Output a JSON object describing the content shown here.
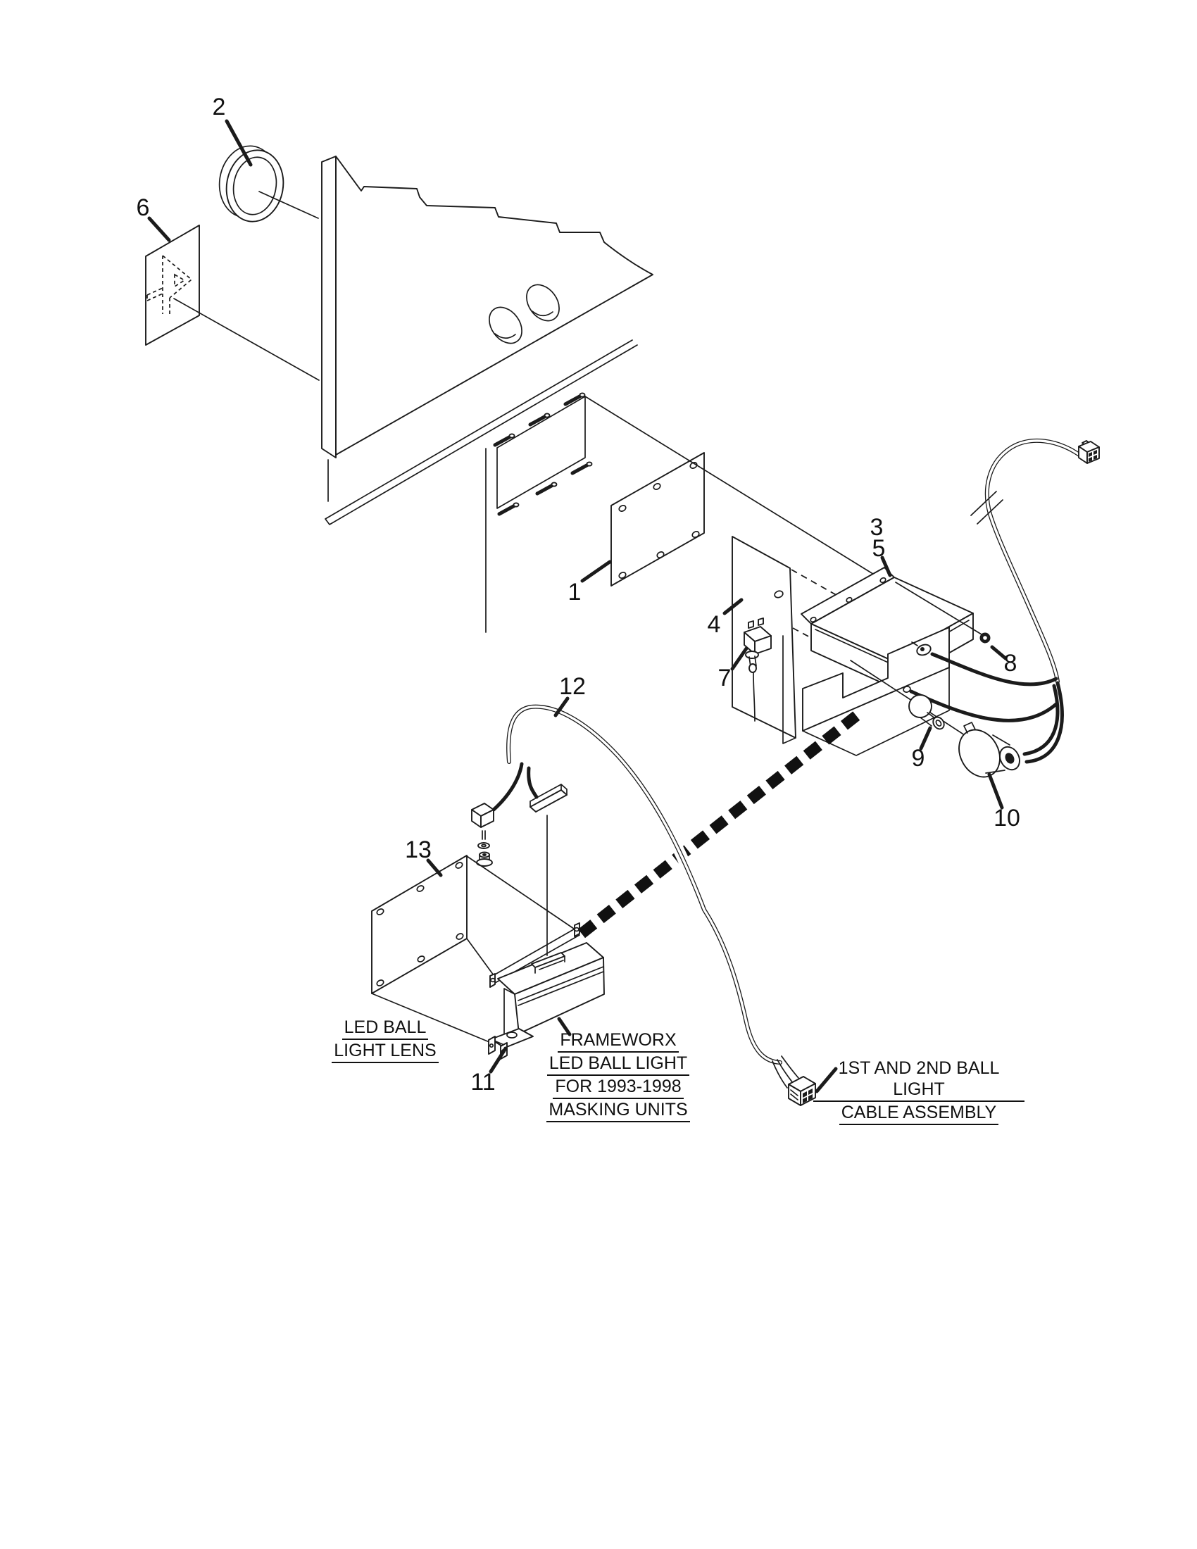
{
  "page": {
    "background_color": "#ffffff",
    "ink_color": "#1b1b1b"
  },
  "diagram": {
    "kind": "exploded-parts-diagram",
    "subject": "masking unit LED ball light assembly",
    "callouts": [
      {
        "id": "callout-2",
        "label": "2"
      },
      {
        "id": "callout-6",
        "label": "6"
      },
      {
        "id": "callout-1",
        "label": "1"
      },
      {
        "id": "callout-3",
        "label": "3"
      },
      {
        "id": "callout-5",
        "label": "5"
      },
      {
        "id": "callout-4",
        "label": "4"
      },
      {
        "id": "callout-7",
        "label": "7"
      },
      {
        "id": "callout-8",
        "label": "8"
      },
      {
        "id": "callout-9",
        "label": "9"
      },
      {
        "id": "callout-10",
        "label": "10"
      },
      {
        "id": "callout-12",
        "label": "12"
      },
      {
        "id": "callout-13",
        "label": "13"
      },
      {
        "id": "callout-11",
        "label": "11"
      }
    ],
    "labels": {
      "led_lens": {
        "lines": [
          "LED BALL",
          "LIGHT LENS"
        ]
      },
      "frameworx": {
        "lines": [
          "FRAMEWORX",
          "LED BALL LIGHT",
          "FOR 1993-1998",
          "MASKING UNITS"
        ]
      },
      "cable_assembly": {
        "lines": [
          "1ST AND 2ND BALL LIGHT",
          "CABLE ASSEMBLY"
        ]
      }
    }
  }
}
